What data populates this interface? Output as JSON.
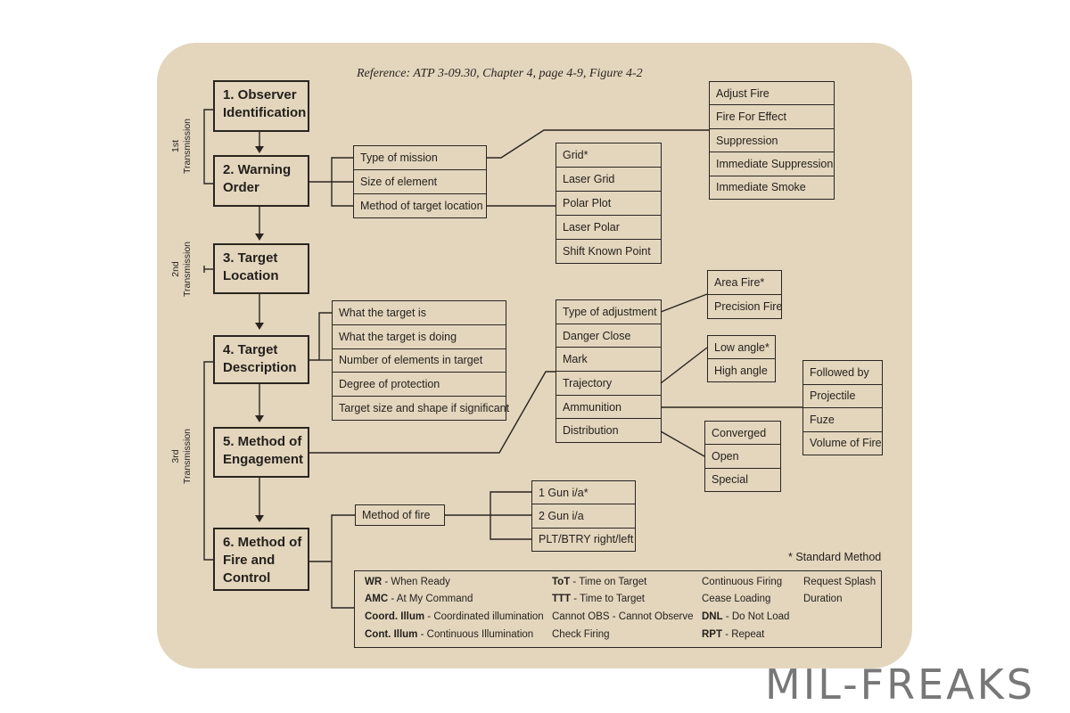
{
  "reference": "Reference: ATP 3-09.30, Chapter 4, page 4-9, Figure 4-2",
  "transmissions": [
    "1st\nTransmission",
    "2nd\nTransmission",
    "3rd\nTransmission"
  ],
  "steps": [
    "1. Observer\nIdentification",
    "2. Warning\nOrder",
    "3. Target\nLocation",
    "4. Target\nDescription",
    "5. Method of\nEngagement",
    "6. Method of\nFire and\nControl"
  ],
  "warning_order_items": [
    "Type of mission",
    "Size of element",
    "Method of target location"
  ],
  "mission_types": [
    "Adjust Fire",
    "Fire For Effect",
    "Suppression",
    "Immediate Suppression",
    "Immediate Smoke"
  ],
  "location_methods": [
    "Grid*",
    "Laser Grid",
    "Polar Plot",
    "Laser Polar",
    "Shift Known Point"
  ],
  "target_description_items": [
    "What the target is",
    "What the target is doing",
    "Number of elements in target",
    "Degree of protection",
    "Target size and shape if significant"
  ],
  "engagement_items": [
    "Type of adjustment",
    "Danger Close",
    "Mark",
    "Trajectory",
    "Ammunition",
    "Distribution"
  ],
  "adjustment_types": [
    "Area Fire*",
    "Precision Fire"
  ],
  "trajectory_types": [
    "Low angle*",
    "High angle"
  ],
  "ammunition_items": [
    "Followed by",
    "Projectile",
    "Fuze",
    "Volume of Fire"
  ],
  "distribution_types": [
    "Converged",
    "Open",
    "Special"
  ],
  "method_of_fire_label": "Method of fire",
  "fire_methods": [
    "1 Gun i/a*",
    "2 Gun i/a",
    "PLT/BTRY right/left"
  ],
  "standard_method_note": "* Standard Method",
  "legend": {
    "col1": [
      {
        "abbr": "WR",
        "text": " - When Ready"
      },
      {
        "abbr": "AMC",
        "text": " - At My Command"
      },
      {
        "abbr": "Coord. Illum",
        "text": " - Coordinated illumination"
      },
      {
        "abbr": "Cont. Illum",
        "text": " - Continuous Illumination"
      }
    ],
    "col2": [
      {
        "abbr": "ToT",
        "text": " - Time on Target"
      },
      {
        "abbr": "TTT",
        "text": " - Time to Target"
      },
      {
        "abbr": "",
        "text": "Cannot OBS - Cannot Observe"
      },
      {
        "abbr": "",
        "text": "Check Firing"
      }
    ],
    "col3": [
      {
        "abbr": "",
        "text": "Continuous Firing"
      },
      {
        "abbr": "",
        "text": "Cease Loading"
      },
      {
        "abbr": "DNL",
        "text": " - Do Not Load"
      },
      {
        "abbr": "RPT",
        "text": " - Repeat"
      }
    ],
    "col4": [
      {
        "abbr": "",
        "text": "Request Splash"
      },
      {
        "abbr": "",
        "text": "Duration"
      }
    ]
  },
  "watermark": "MIL-FREAKS",
  "colors": {
    "card": "#e3d6bd",
    "ink": "#2a2520",
    "watermark": "#777777"
  }
}
